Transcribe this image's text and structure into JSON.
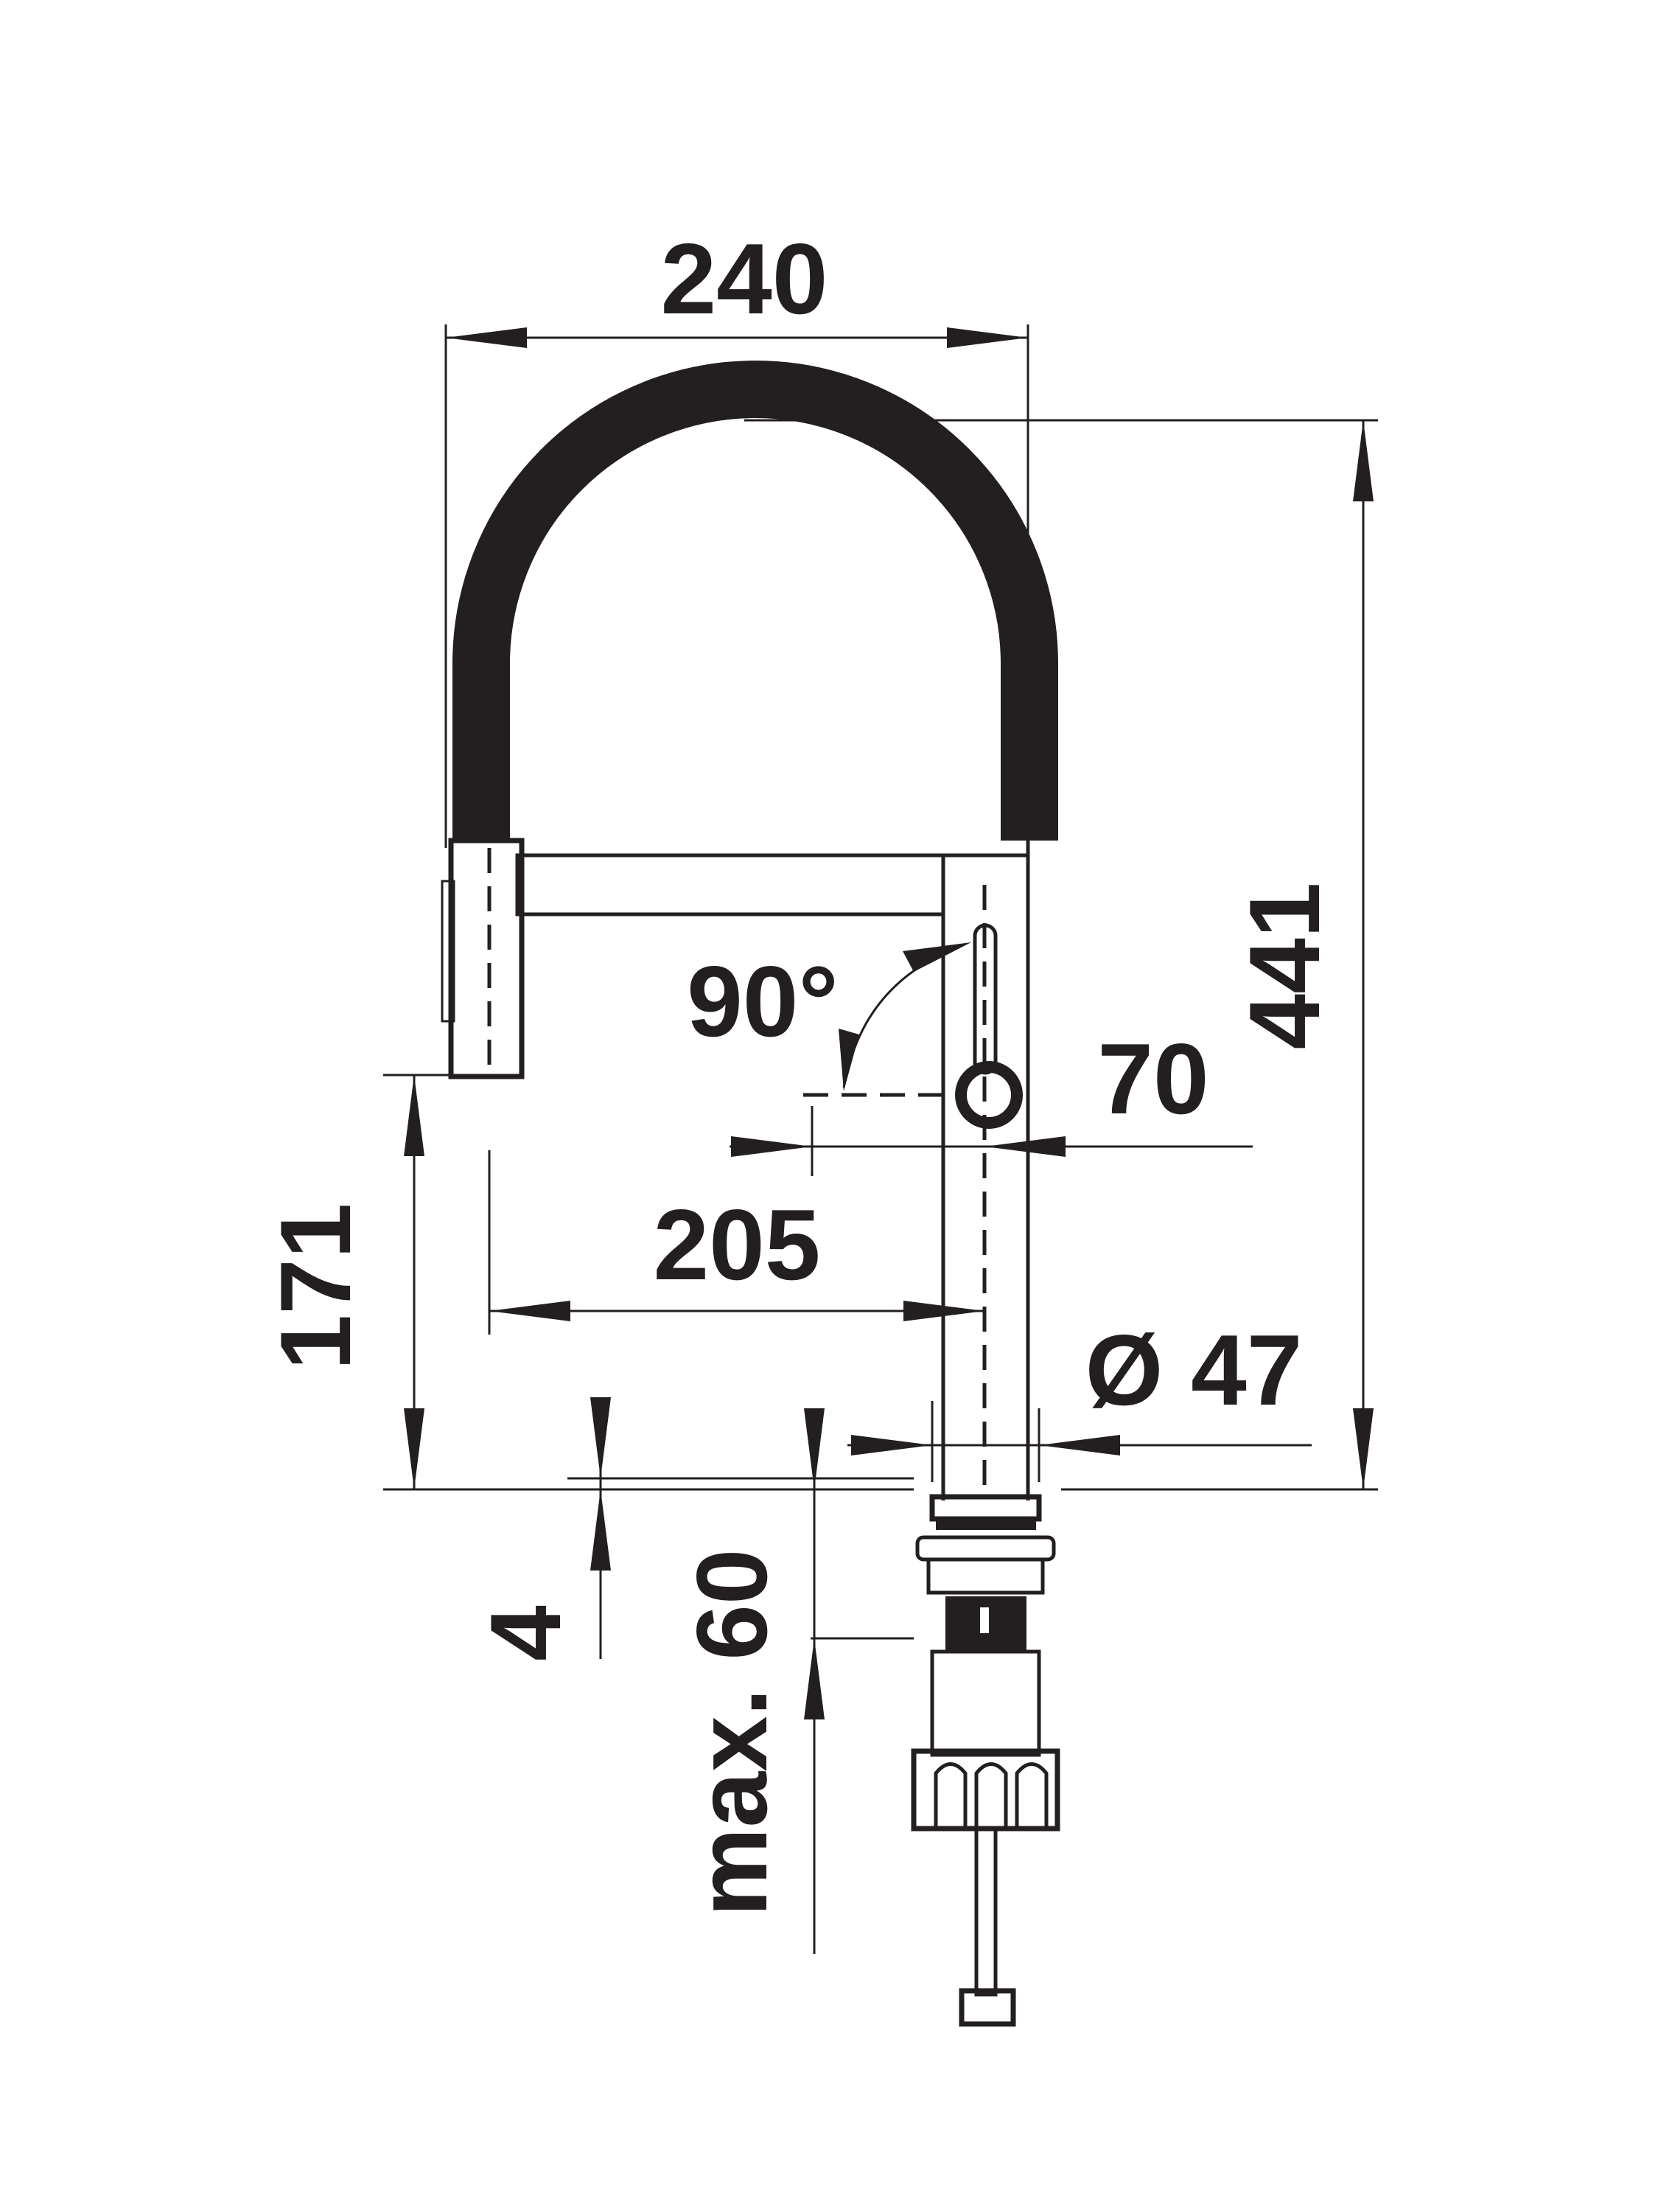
{
  "colors": {
    "ink": "#231f20",
    "background": "#ffffff"
  },
  "dimensions": {
    "overall_width": "240",
    "overall_height": "441",
    "lever_angle": "90°",
    "lever_offset": "70",
    "spout_reach": "205",
    "spout_height": "171",
    "base_diameter": "Ø 47",
    "deck_thickness": "4",
    "max_deck_thickness": "max. 60"
  }
}
